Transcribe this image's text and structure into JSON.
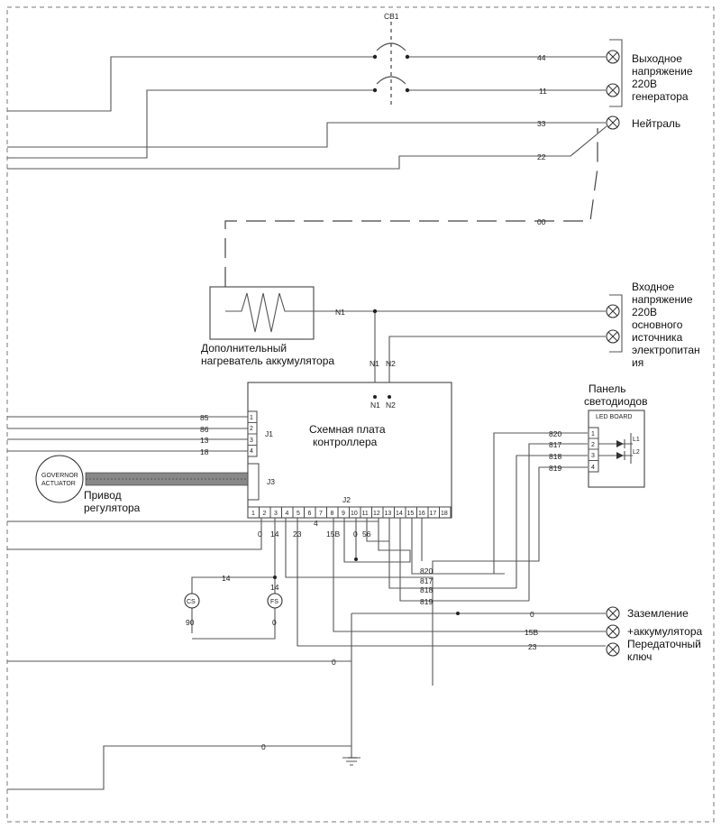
{
  "breaker": {
    "label": "CB1"
  },
  "wires": {
    "w44": "44",
    "w11": "11",
    "w33": "33",
    "w22": "22",
    "w00": "00",
    "n1_mid": "N1",
    "n1_drop": "N1",
    "n2_drop": "N2",
    "n1_pin": "N1",
    "n2_pin": "N2",
    "j1_85": "85",
    "j1_86": "86",
    "j1_13": "13",
    "j1_18": "18",
    "bus4": "4",
    "col_0a": "0",
    "col_14": "14",
    "col_23": "23",
    "col_15b": "15B",
    "col_0b": "0",
    "col_56": "56",
    "led_820": "820",
    "led_817": "817",
    "led_818": "818",
    "led_819": "819",
    "bot_820": "820",
    "bot_817": "817",
    "bot_818": "818",
    "bot_819": "819",
    "cs_14": "14",
    "fs_14": "14",
    "cs_90": "90",
    "fs_0": "0",
    "ground_0": "0",
    "batt_15b": "15B",
    "key_23": "23",
    "low_0": "0",
    "bottom_0": "0"
  },
  "labels": {
    "gen_out_1": "Выходное",
    "gen_out_2": "напряжение",
    "gen_out_3": "220В",
    "gen_out_4": "генератора",
    "neutral": "Нейтраль",
    "mains_1": "Входное",
    "mains_2": "напряжение",
    "mains_3": "220В",
    "mains_4": "основного",
    "mains_5": "источника",
    "mains_6": "электропитан",
    "mains_7": "ия",
    "heater_1": "Дополнительный",
    "heater_2": "нагреватель аккумулятора",
    "board_1": "Схемная плата",
    "board_2": "контроллера",
    "j1": "J1",
    "j2": "J2",
    "j3": "J3",
    "led_panel_1": "Панель",
    "led_panel_2": "светодиодов",
    "led_board": "LED BOARD",
    "governor_1": "GOVERNOR",
    "governor_2": "ACTUATOR",
    "actuator_1": "Привод",
    "actuator_2": "регулятора",
    "cs": "CS",
    "fs": "FS",
    "ground": "Заземление",
    "battery": "+аккумулятора",
    "key_1": "Передаточный",
    "key_2": "ключ"
  },
  "j1_pins": [
    "1",
    "2",
    "3",
    "4"
  ],
  "j2_pins": [
    "1",
    "2",
    "3",
    "4",
    "5",
    "6",
    "7",
    "8",
    "9",
    "10",
    "11",
    "12",
    "13",
    "14",
    "15",
    "16",
    "17",
    "18"
  ],
  "led_pins": [
    "1",
    "2",
    "3",
    "4"
  ],
  "led_marks": {
    "l1": "L1",
    "l2": "L2"
  }
}
